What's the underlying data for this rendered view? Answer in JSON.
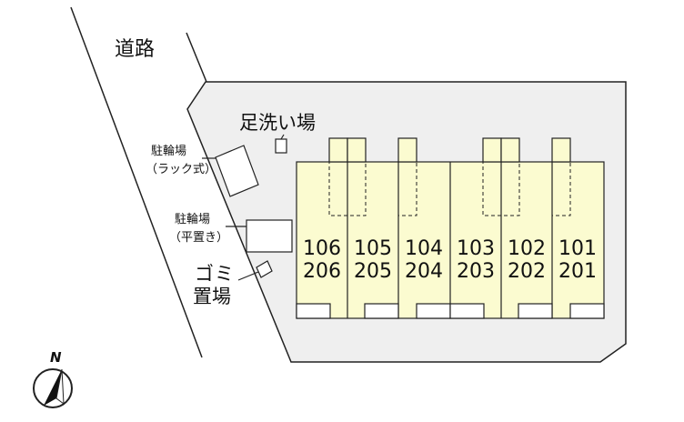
{
  "road": {
    "label": "道路"
  },
  "facilities": {
    "footwash": "足洗い場",
    "bike_parking_rack": {
      "label": "駐輪場",
      "sub": "（ラック式）"
    },
    "bike_parking_flat": {
      "label": "駐輪場",
      "sub": "（平置き）"
    },
    "trash": {
      "line1": "ゴミ",
      "line2": "置場"
    }
  },
  "compass": {
    "label": "N"
  },
  "units": [
    {
      "top": "106",
      "bottom": "206"
    },
    {
      "top": "105",
      "bottom": "205"
    },
    {
      "top": "104",
      "bottom": "204"
    },
    {
      "top": "103",
      "bottom": "203"
    },
    {
      "top": "102",
      "bottom": "202"
    },
    {
      "top": "101",
      "bottom": "201"
    }
  ],
  "colors": {
    "lot": "#efefef",
    "building": "#fbfbd0",
    "outline": "#222222"
  }
}
